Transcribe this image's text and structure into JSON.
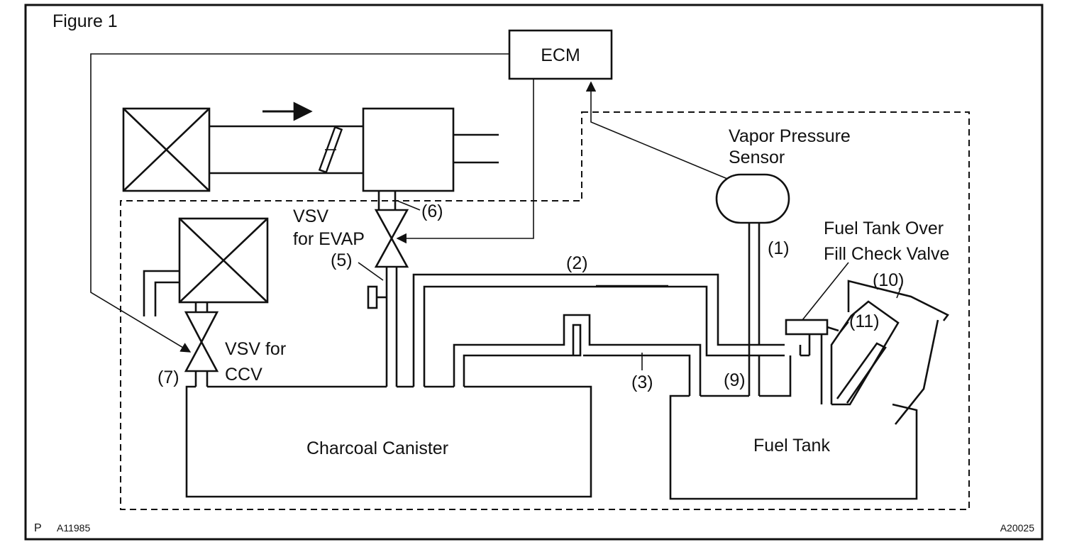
{
  "figure_label": "Figure 1",
  "labels": {
    "ecm": "ECM",
    "vapor_pressure_sensor_line1": "Vapor Pressure",
    "vapor_pressure_sensor_line2": "Sensor",
    "vsv_evap_line1": "VSV",
    "vsv_evap_line2": "for EVAP",
    "vsv_ccv_line1": "VSV for",
    "vsv_ccv_line2": "CCV",
    "fuel_tank_over_fill_line1": "Fuel Tank Over",
    "fuel_tank_over_fill_line2": "Fill Check Valve",
    "charcoal_canister": "Charcoal Canister",
    "fuel_tank": "Fuel Tank"
  },
  "callouts": {
    "c1": "(1)",
    "c2": "(2)",
    "c3": "(3)",
    "c5": "(5)",
    "c6": "(6)",
    "c7": "(7)",
    "c9": "(9)",
    "c10": "(10)",
    "c11": "(11)"
  },
  "footer": {
    "left_mark": "P",
    "left_code": "A11985",
    "right_code": "A20025"
  }
}
